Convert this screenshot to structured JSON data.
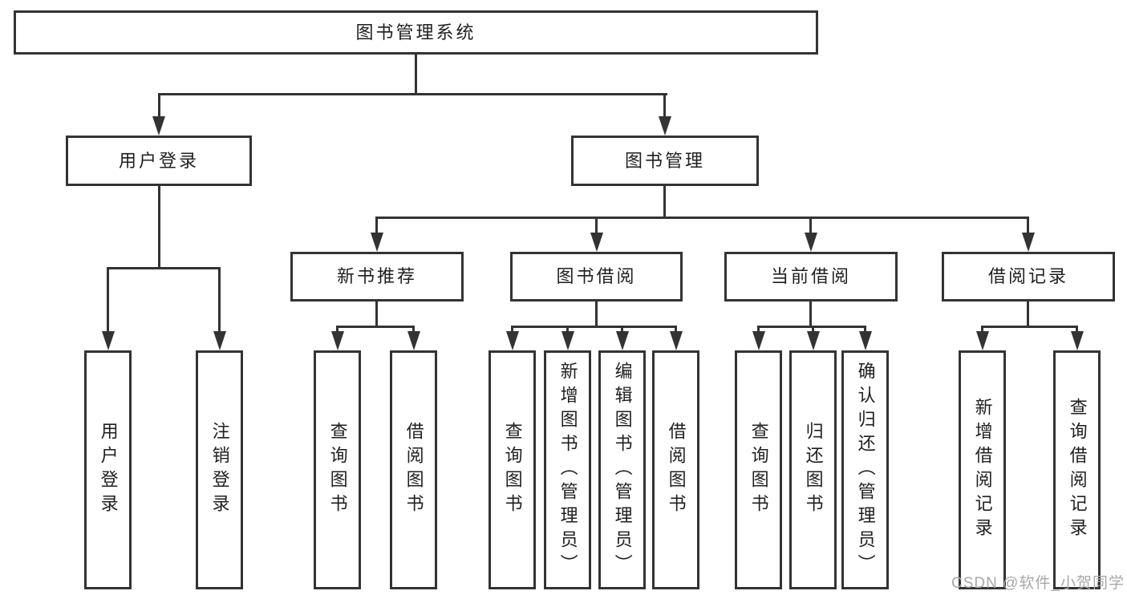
{
  "diagram": {
    "title": "图书管理系统",
    "branches": {
      "user_login": {
        "label": "用户登录",
        "children": {
          "login": "用户登录",
          "logout": "注销登录"
        }
      },
      "book_mgmt": {
        "label": "图书管理",
        "children": {
          "new_book_rec": {
            "label": "新书推荐",
            "children": {
              "query_books": "查询图书",
              "borrow_books": "借阅图书"
            }
          },
          "book_borrow": {
            "label": "图书借阅",
            "children": {
              "query_books": "查询图书",
              "add_books": "新增图书（管理员）",
              "edit_books": "编辑图书（管理员）",
              "borrow_books": "借阅图书"
            }
          },
          "current_borrow": {
            "label": "当前借阅",
            "children": {
              "query_books": "查询图书",
              "return_books": "归还图书",
              "confirm_return": "确认归还（管理员）"
            }
          },
          "borrow_records": {
            "label": "借阅记录",
            "children": {
              "add_record": "新增借阅记录",
              "query_record": "查询借阅记录"
            }
          }
        }
      }
    }
  },
  "watermark": {
    "text": "CSDN @软件_小贺同学"
  },
  "colors": {
    "line": "#333333",
    "text": "#1f1f1f",
    "background": "#ffffff",
    "watermark": "#a8a8a8"
  }
}
